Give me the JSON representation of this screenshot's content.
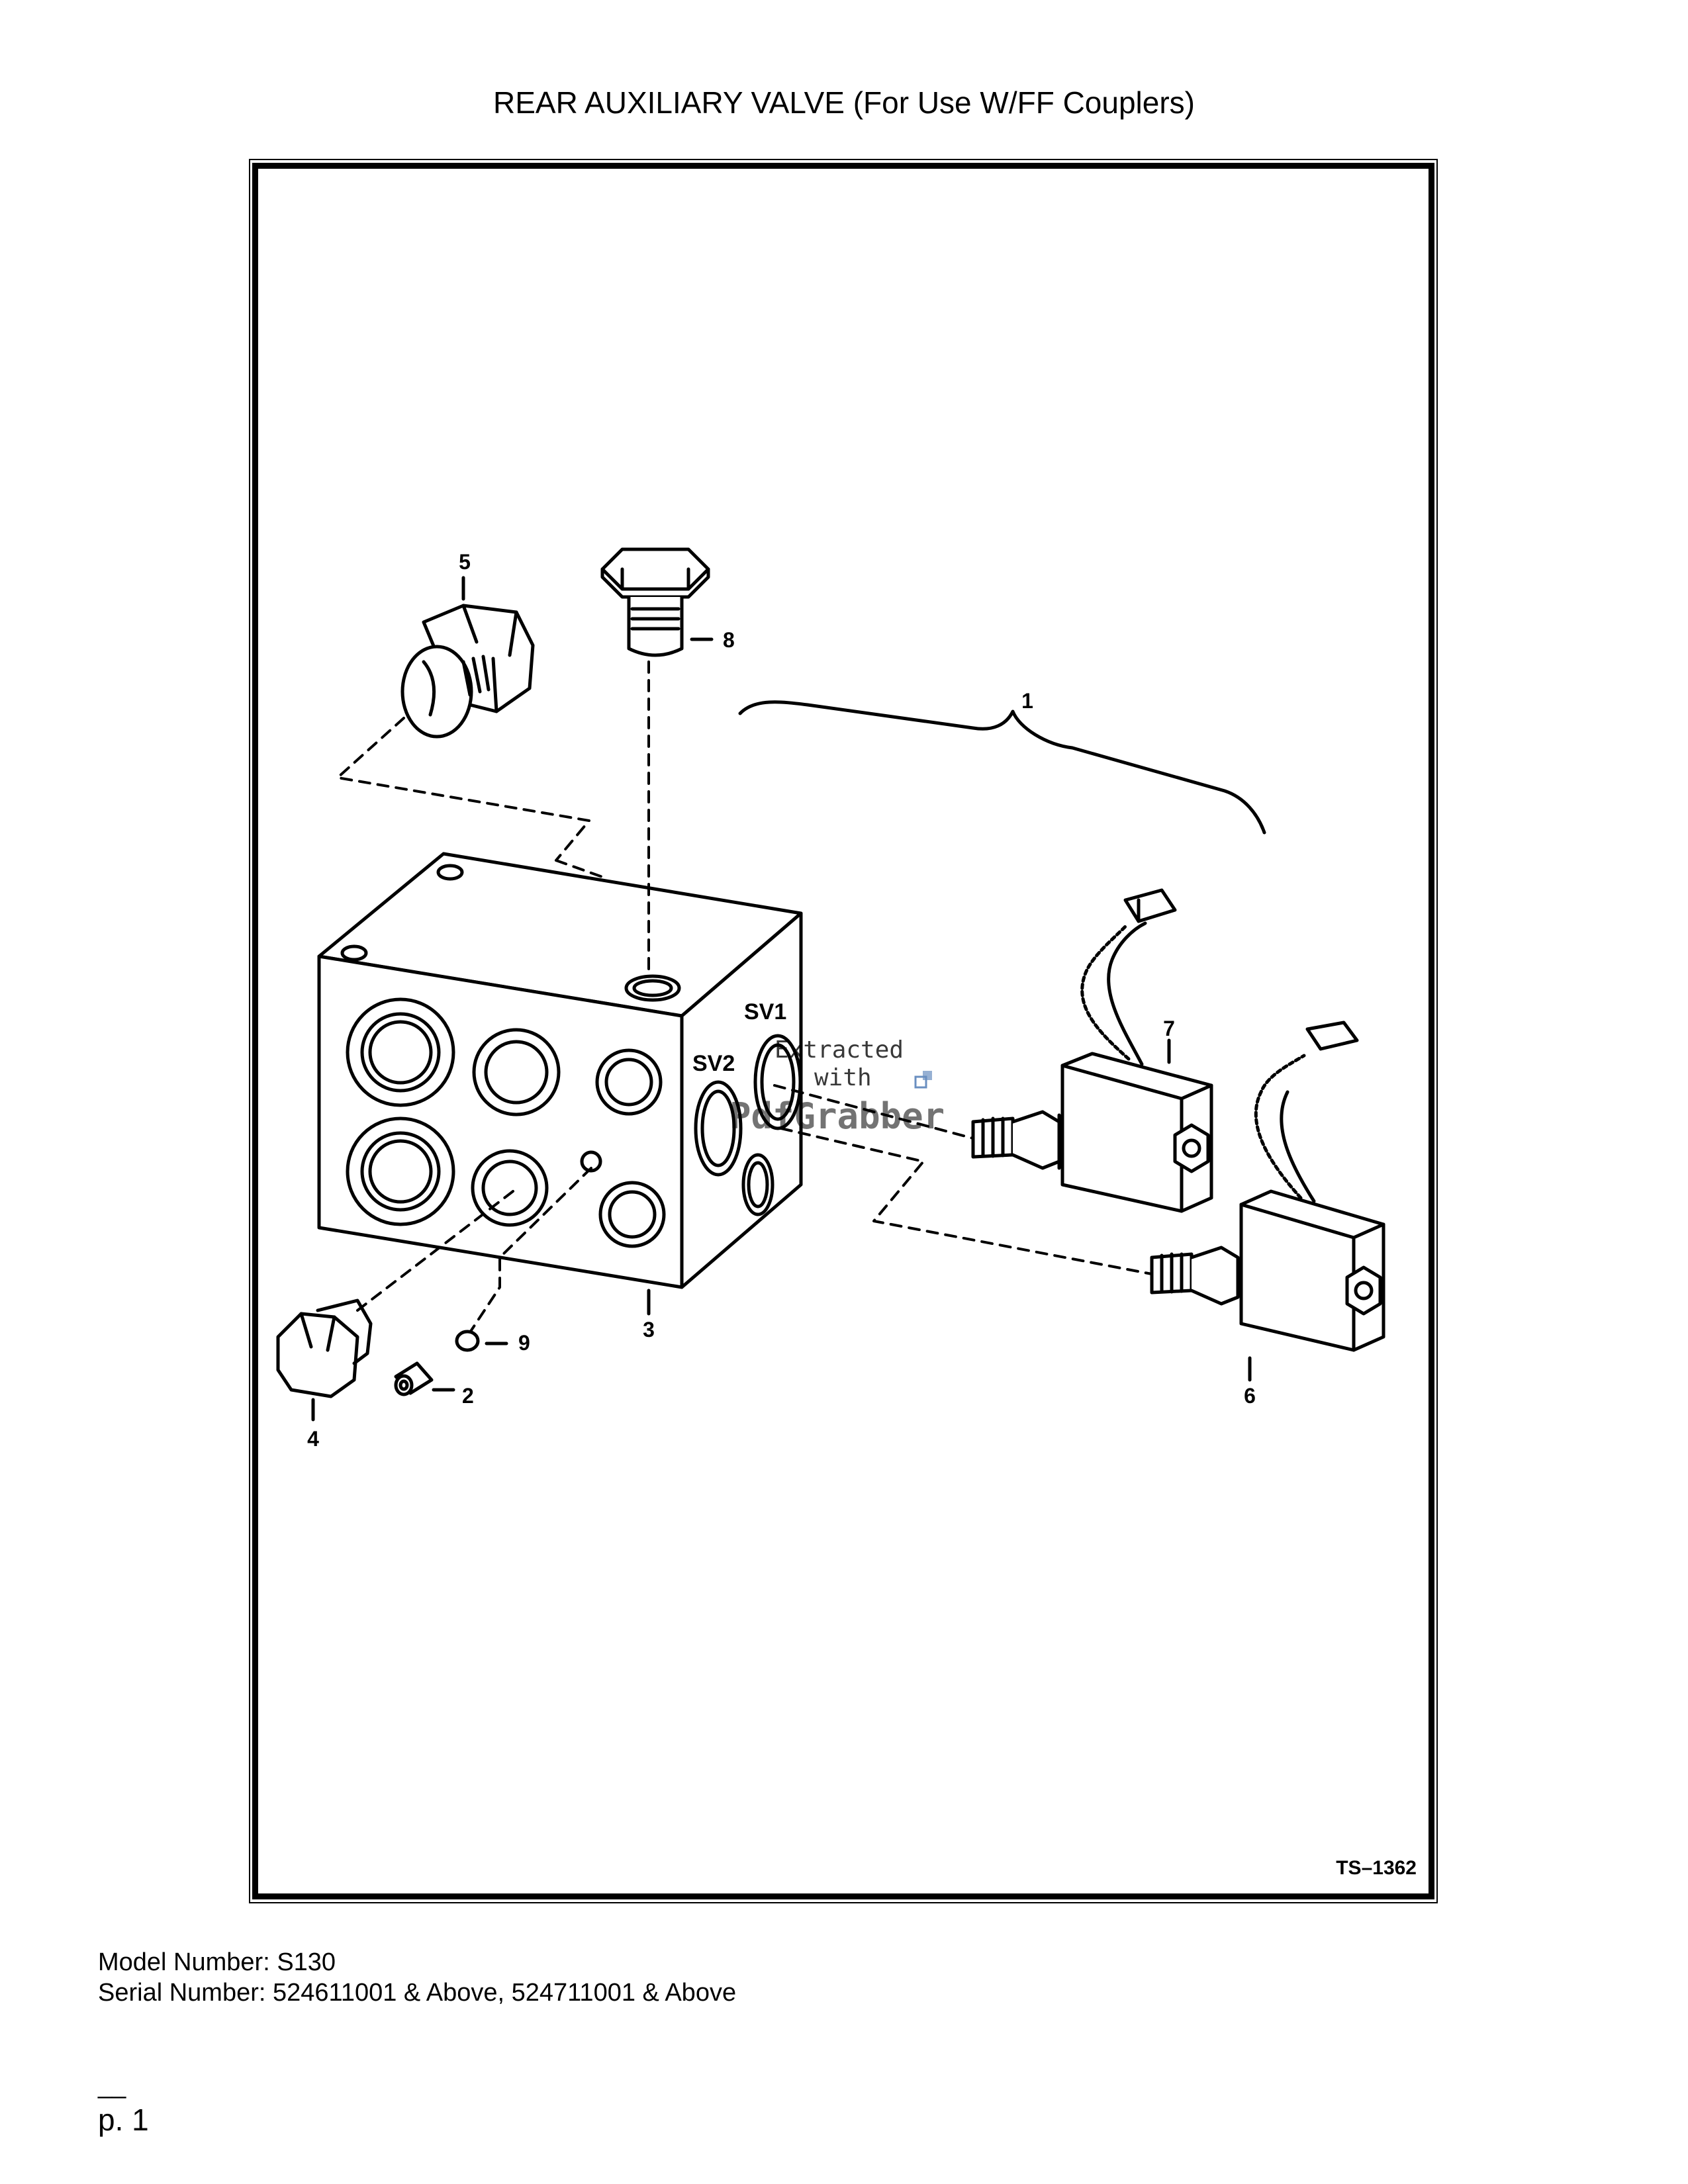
{
  "title": "REAR AUXILIARY VALVE (For Use W/FF Couplers)",
  "figure_id": "TS–1362",
  "callouts": {
    "c1": "1",
    "c2": "2",
    "c3": "3",
    "c4": "4",
    "c5": "5",
    "c6": "6",
    "c7": "7",
    "c8": "8",
    "c9": "9"
  },
  "port_labels": {
    "sv1": "SV1",
    "sv2": "SV2"
  },
  "watermark": {
    "line1": "Extracted",
    "line2": "with",
    "line3": "PdfGrabber"
  },
  "model_number": "Model Number: S130",
  "serial_number": "Serial Number: 524611001 & Above, 524711001 & Above",
  "footer_dash": "__",
  "page_number": "p. 1"
}
